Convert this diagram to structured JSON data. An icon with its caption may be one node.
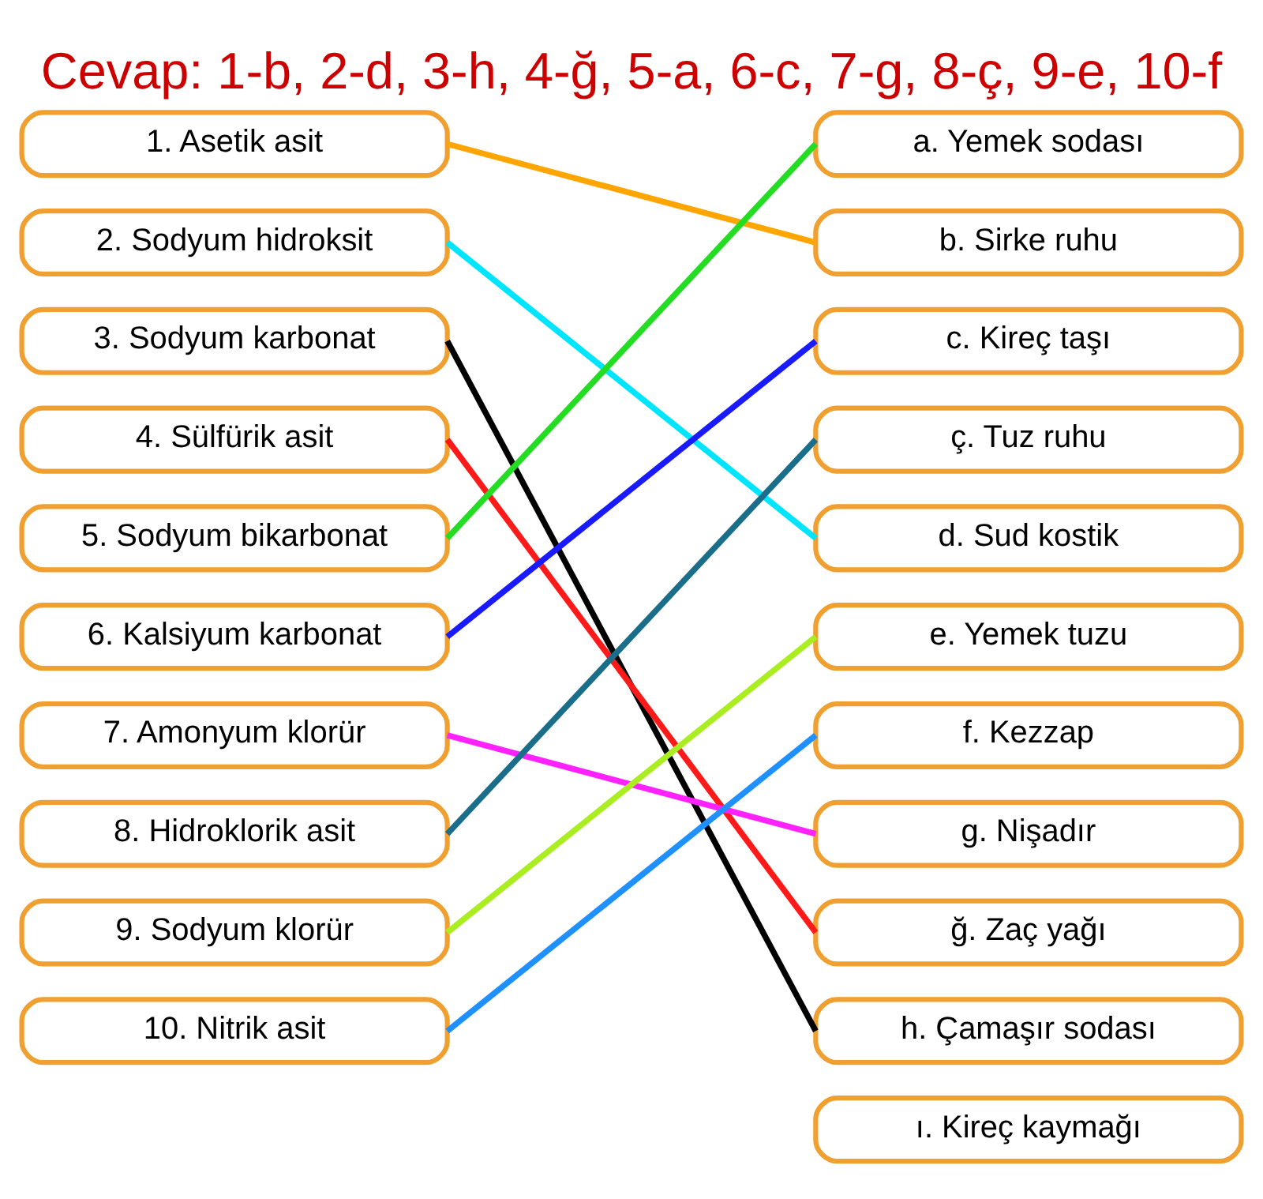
{
  "diagram": {
    "title": "Cevap: 1-b, 2-d, 3-h, 4-ğ, 5-a, 6-c, 7-g, 8-ç, 9-e, 10-f",
    "nodes": [
      {
        "text": [
          "1. Asetik asit"
        ]
      },
      {
        "text": [
          "2. Sodyum hidroksit"
        ]
      },
      {
        "text": [
          "3. Sodyum karbonat"
        ]
      },
      {
        "text": [
          "4. Sülfürik asit"
        ]
      },
      {
        "text": [
          "5. Sodyum bikarbonat"
        ]
      },
      {
        "text": [
          "6. Kalsiyum karbonat"
        ]
      },
      {
        "text": [
          "7. Amonyum klorür"
        ]
      },
      {
        "text": [
          "8. Hidroklorik asit"
        ]
      },
      {
        "text": [
          "9. Sodyum klorür"
        ]
      },
      {
        "text": [
          "10. Nitrik asit"
        ]
      },
      {
        "text": [
          "a. Yemek sodası"
        ]
      },
      {
        "text": [
          "b. Sirke ruhu"
        ]
      },
      {
        "text": [
          "c. Kireç taşı"
        ]
      },
      {
        "text": [
          "ç. Tuz ruhu"
        ]
      },
      {
        "text": [
          "d. Sud kostik"
        ]
      },
      {
        "text": [
          "e. Yemek tuzu"
        ]
      },
      {
        "text": [
          "f. Kezzap"
        ]
      },
      {
        "text": [
          "g. Nişadır"
        ]
      },
      {
        "text": [
          "ğ. Zaç yağı"
        ]
      },
      {
        "text": [
          "h. Çamaşır sodası"
        ]
      },
      {
        "text": [
          "ı. Kireç kaymağı"
        ]
      }
    ],
    "edges": [
      {
        "from": 0,
        "to": 11,
        "arrow": "none",
        "color": "#ffa500"
      },
      {
        "from": 1,
        "to": 14,
        "arrow": "none",
        "color": "#00e5ff"
      },
      {
        "from": 2,
        "to": 19,
        "arrow": "none",
        "color": "#000000"
      },
      {
        "from": 3,
        "to": 18,
        "arrow": "none",
        "color": "#ff1a1a"
      },
      {
        "from": 4,
        "to": 10,
        "arrow": "none",
        "color": "#22dd22"
      },
      {
        "from": 5,
        "to": 12,
        "arrow": "none",
        "color": "#1a1aff"
      },
      {
        "from": 6,
        "to": 17,
        "arrow": "none",
        "color": "#ff22ff"
      },
      {
        "from": 7,
        "to": 13,
        "arrow": "none",
        "color": "#1a6e8a"
      },
      {
        "from": 8,
        "to": 15,
        "arrow": "none",
        "color": "#aaee22"
      },
      {
        "from": 9,
        "to": 16,
        "arrow": "none",
        "color": "#1e90ff"
      }
    ]
  }
}
